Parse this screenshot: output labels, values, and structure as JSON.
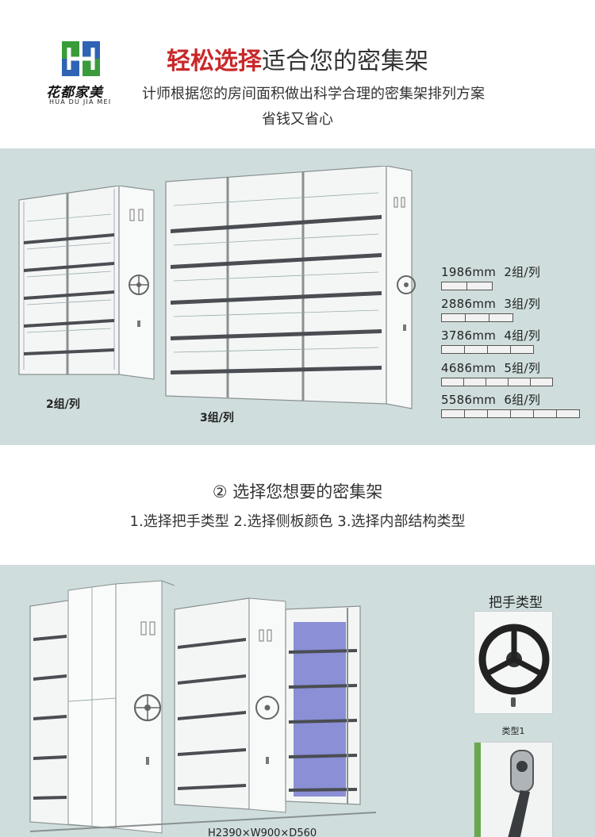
{
  "brand": {
    "name_cn": "花都家美",
    "name_en": "HUA DU JIA MEI",
    "logo_colors": {
      "green": "#3a9b3a",
      "blue": "#2f63b3"
    }
  },
  "header": {
    "headline_highlight": "轻松选择",
    "headline_rest": "适合您的密集架",
    "subtitle_line1": "计师根据您的房间面积做出科学合理的密集架排列方案",
    "subtitle_line2": "省钱又省心"
  },
  "panel1": {
    "label_2": "2组/列",
    "label_3": "3组/列",
    "sizes": [
      {
        "length": "1986mm",
        "groups": "2组/列",
        "segments": 2
      },
      {
        "length": "2886mm",
        "groups": "3组/列",
        "segments": 3
      },
      {
        "length": "3786mm",
        "groups": "4组/列",
        "segments": 4
      },
      {
        "length": "4686mm",
        "groups": "5组/列",
        "segments": 5
      },
      {
        "length": "5586mm",
        "groups": "6组/列",
        "segments": 6
      }
    ]
  },
  "section2": {
    "title": "② 选择您想要的密集架",
    "steps": "1.选择把手类型   2.选择侧板颜色   3.选择内部结构类型"
  },
  "panel2": {
    "dimensions": "H2390×W900×D560",
    "handle_title": "把手类型",
    "handle1_label": "类型1"
  },
  "colors": {
    "panel_bg": "#cfdedd",
    "headline_red": "#c8282a",
    "side_panel_green": "#6aa84f",
    "shelf_dark": "#4a4d52",
    "purple_back": "#8a8fd6"
  }
}
